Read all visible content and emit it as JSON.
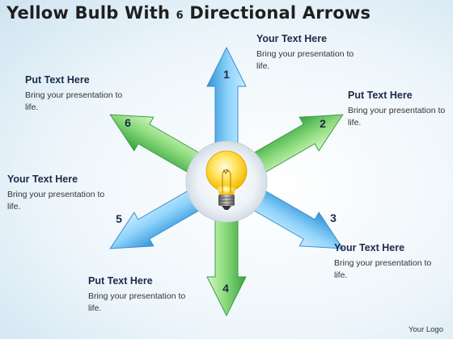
{
  "title": {
    "main": "Yellow Bulb With ",
    "small": "6",
    "rest": " Directional Arrows"
  },
  "arrows": [
    {
      "number": "1",
      "color": "blue"
    },
    {
      "number": "2",
      "color": "green"
    },
    {
      "number": "3",
      "color": "blue"
    },
    {
      "number": "4",
      "color": "green"
    },
    {
      "number": "5",
      "color": "blue"
    },
    {
      "number": "6",
      "color": "green"
    }
  ],
  "boxes": [
    {
      "heading": "Your Text Here",
      "body": "Bring your presentation to life."
    },
    {
      "heading": "Put Text Here",
      "body": "Bring your presentation to life."
    },
    {
      "heading": "Your Text Here",
      "body": "Bring your presentation to life."
    },
    {
      "heading": "Put Text Here",
      "body": "Bring your presentation to life."
    },
    {
      "heading": "Your Text Here",
      "body": "Bring your presentation to life."
    },
    {
      "heading": "Put Text Here",
      "body": "Bring your presentation to life."
    }
  ],
  "logo": "Your Logo",
  "colors": {
    "blue": "#5fb6ea",
    "green": "#6cc36a",
    "bulb": "#ffd633"
  }
}
